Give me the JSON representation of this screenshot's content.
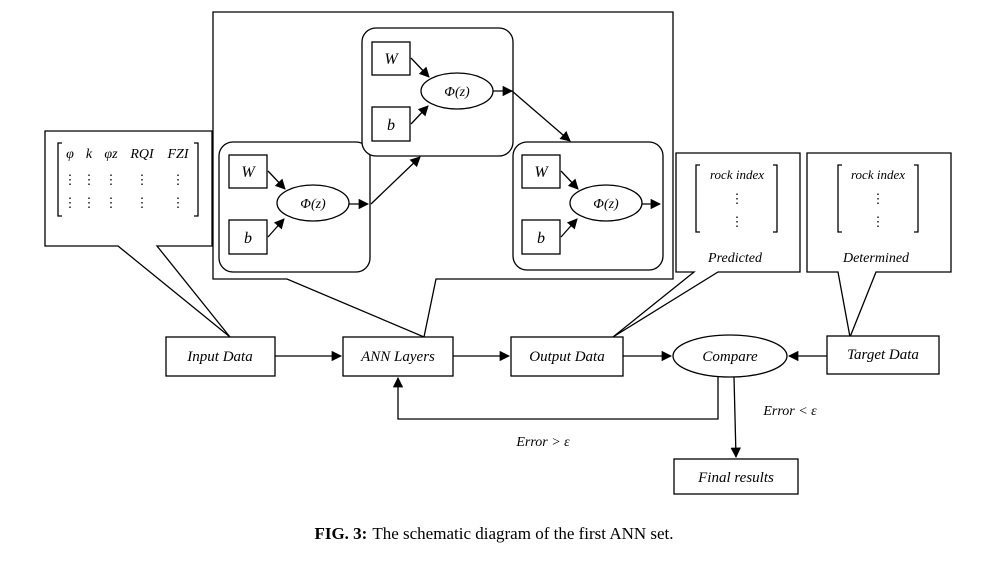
{
  "nodes": {
    "input": "Input Data",
    "ann": "ANN Layers",
    "output": "Output Data",
    "compare": "Compare",
    "target": "Target Data",
    "final": "Final results"
  },
  "edges": {
    "error_gt": "Error > ε",
    "error_lt": "Error < ε"
  },
  "input_callout": {
    "columns": [
      "φ",
      "k",
      "φz",
      "RQI",
      "FZI"
    ],
    "dots": "⋮"
  },
  "neuron": {
    "weight": "W",
    "bias": "b",
    "activation": "Φ(z)"
  },
  "predicted_callout": {
    "header": "rock index",
    "dots": "⋮",
    "label": "Predicted"
  },
  "determined_callout": {
    "header": "rock index",
    "dots": "⋮",
    "label": "Determined"
  },
  "caption": {
    "label": "FIG. 3:",
    "text": "The schematic diagram of the first ANN set."
  }
}
